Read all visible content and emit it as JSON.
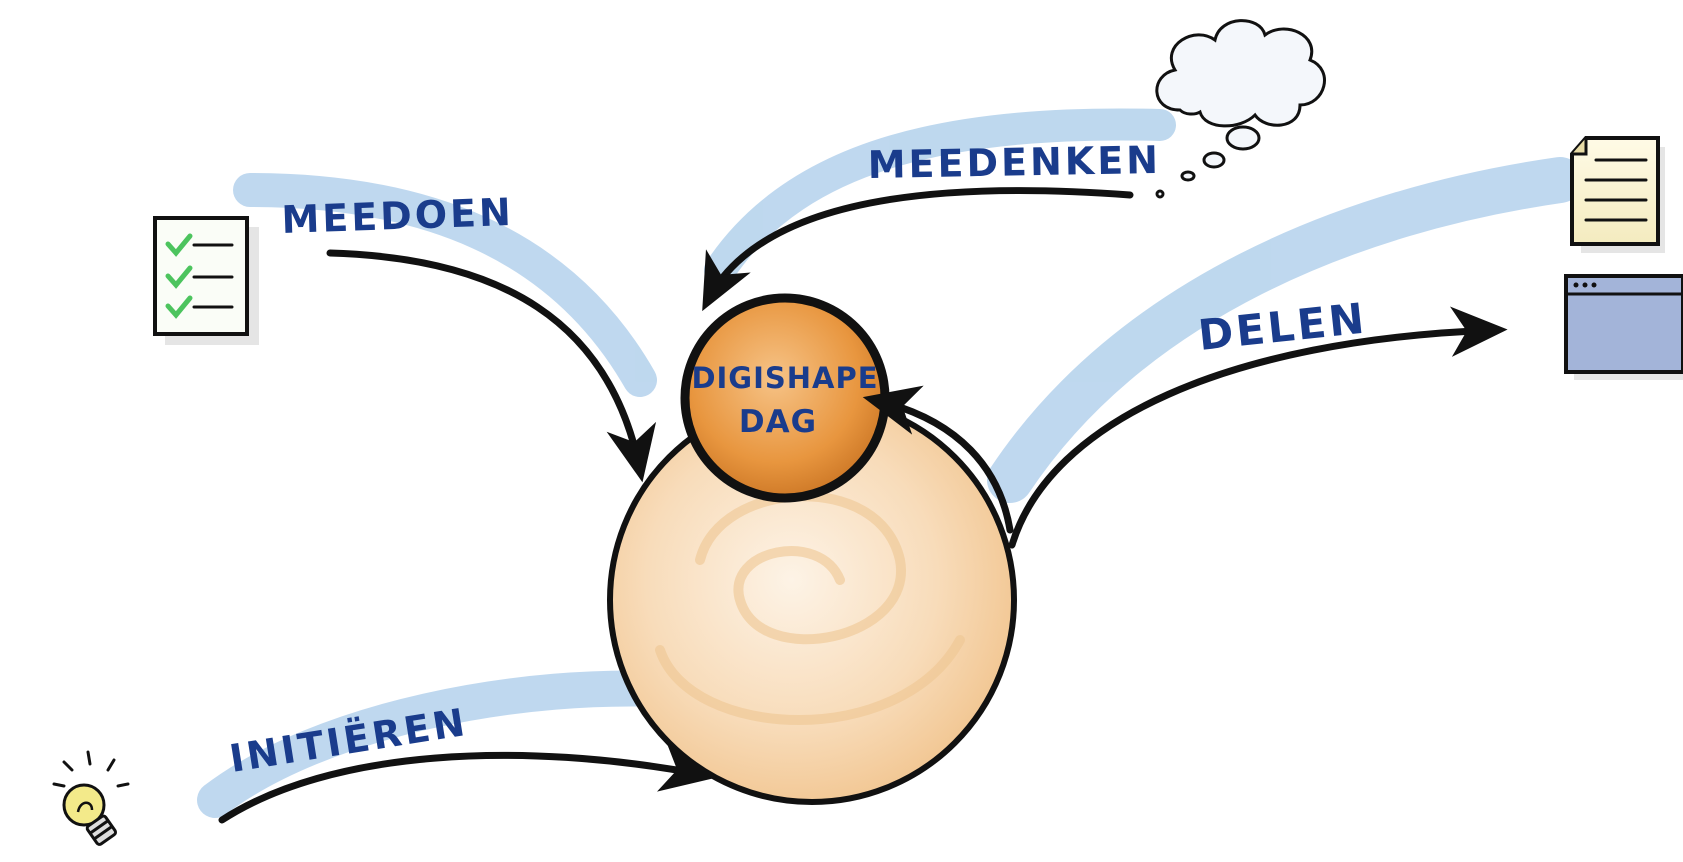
{
  "labels": {
    "meedoen": "MEEDOEN",
    "meedenken": "MEEDENKEN",
    "delen": "DELEN",
    "initieren": "INITIËREN"
  },
  "hub": {
    "line1": "DIGISHAPE",
    "line2": "DAG"
  },
  "icons": {
    "checklist": "checklist-icon",
    "thought_cloud": "thought-cloud-icon",
    "document": "document-icon",
    "browser_window": "browser-window-icon",
    "lightbulb": "lightbulb-icon"
  },
  "colors": {
    "ink_text": "#1a3c8c",
    "ink_line": "#111111",
    "stroke_blue": "#a9cbe9",
    "hub_orange": "#e7953e",
    "big_circle": "#f7dcbc",
    "check_green": "#4cc45e"
  }
}
